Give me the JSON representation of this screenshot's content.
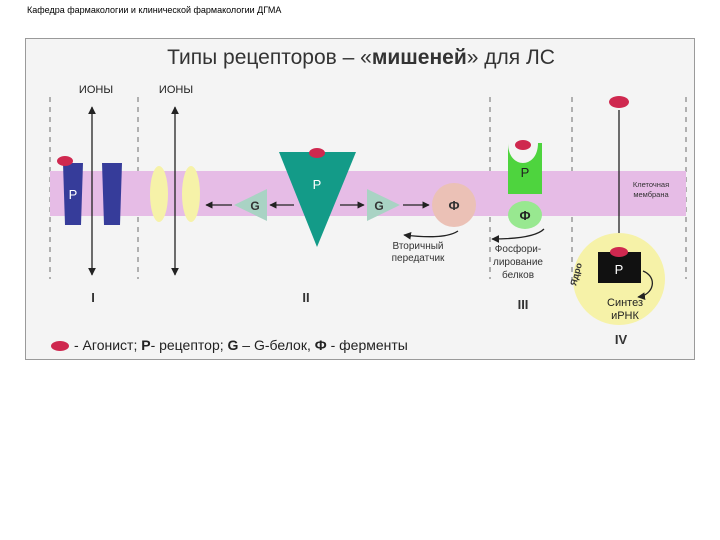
{
  "header": {
    "text": "Кафедра фармакологии и клинической фармакологии ДГМА"
  },
  "diagram": {
    "title_part1": "Типы рецепторов – «",
    "title_bold": "мишеней",
    "title_part2": "» для ЛС",
    "ions_label_1": "ИОНЫ",
    "ions_label_2": "ИОНЫ",
    "receptor_letter": "Р",
    "g_letter": "G",
    "f_letter": "Ф",
    "membrane_label_line1": "Клеточная",
    "membrane_label_line2": "мембрана",
    "secondary_messenger_line1": "Вторичный",
    "secondary_messenger_line2": "передатчик",
    "phospho_line1": "Фосфори-",
    "phospho_line2": "лирование",
    "phospho_line3": "белков",
    "nucleus_label": "Ядро",
    "synthesis_line1": "Синтез",
    "synthesis_line2": "иРНК",
    "type_labels": [
      "I",
      "II",
      "III",
      "IV"
    ],
    "legend": {
      "agonist": "- Агонист; ",
      "p_bold": "Р",
      "p_text": "- рецептор; ",
      "g_bold": "G",
      "g_text": " – G-белок, ",
      "f_bold": "Ф",
      "f_text": " - ферменты"
    },
    "colors": {
      "membrane": "#e6bce6",
      "receptor_blue": "#363c9a",
      "channel_yellow": "#f6f2a8",
      "teal": "#139b88",
      "g_protein": "#a9d3c4",
      "enzyme_pink": "#ebc1b6",
      "green_bright": "#4ed43e",
      "green_light": "#98e890",
      "agonist": "#cf284f",
      "nucleus_yellow": "#f6f2a8",
      "arrow": "#222222"
    }
  }
}
